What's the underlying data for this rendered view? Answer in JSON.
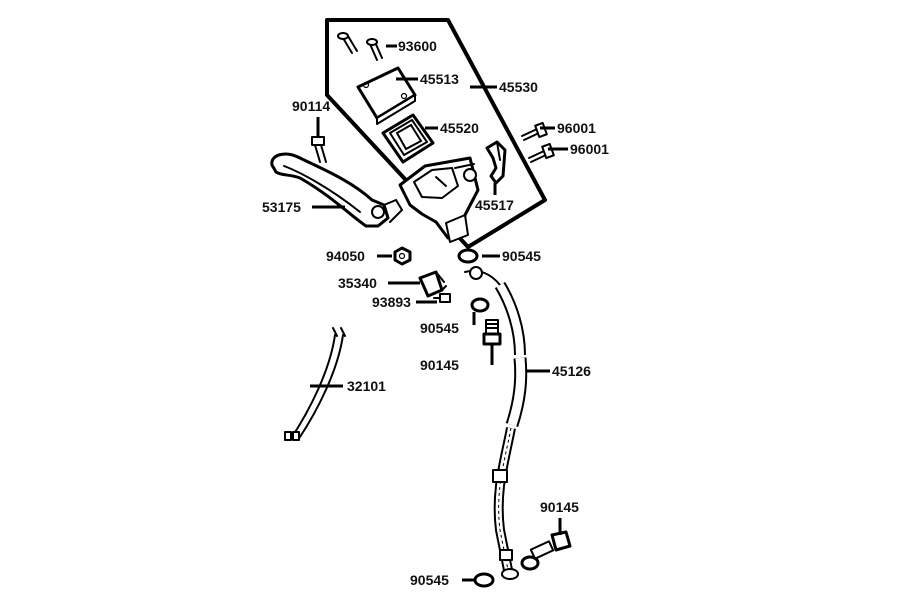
{
  "colors": {
    "ink": "#000000",
    "background": "#ffffff"
  },
  "parts": [
    {
      "id": "p93600",
      "number": "93600"
    },
    {
      "id": "p45513",
      "number": "45513"
    },
    {
      "id": "p45530",
      "number": "45530"
    },
    {
      "id": "p45520",
      "number": "45520"
    },
    {
      "id": "p90114",
      "number": "90114"
    },
    {
      "id": "p96001a",
      "number": "96001"
    },
    {
      "id": "p96001b",
      "number": "96001"
    },
    {
      "id": "p45517",
      "number": "45517"
    },
    {
      "id": "p53175",
      "number": "53175"
    },
    {
      "id": "p94050",
      "number": "94050"
    },
    {
      "id": "p90545a",
      "number": "90545"
    },
    {
      "id": "p35340",
      "number": "35340"
    },
    {
      "id": "p93893",
      "number": "93893"
    },
    {
      "id": "p90545b",
      "number": "90545"
    },
    {
      "id": "p90145a",
      "number": "90145"
    },
    {
      "id": "p45126",
      "number": "45126"
    },
    {
      "id": "p32101",
      "number": "32101"
    },
    {
      "id": "p90145b",
      "number": "90145"
    },
    {
      "id": "p90545c",
      "number": "90545"
    }
  ]
}
